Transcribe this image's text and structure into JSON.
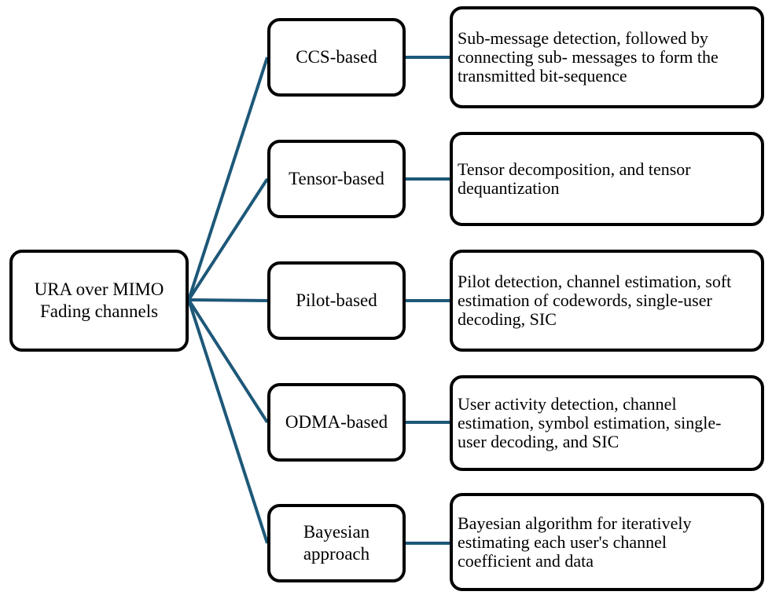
{
  "root": {
    "label": "URA over MIMO\nFading channels"
  },
  "branches": [
    {
      "method": "CCS-based",
      "description": "Sub-message detection, followed by\nconnecting sub- messages to form the\ntransmitted bit-sequence"
    },
    {
      "method": "Tensor-based",
      "description": "Tensor decomposition, and tensor\ndequantization"
    },
    {
      "method": "Pilot-based",
      "description": "Pilot detection, channel estimation, soft\nestimation of codewords, single-user\ndecoding, SIC"
    },
    {
      "method": "ODMA-based",
      "description": "User activity detection, channel\nestimation, symbol estimation, single-\nuser decoding, and SIC"
    },
    {
      "method": "Bayesian\napproach",
      "description": "Bayesian algorithm for iteratively\nestimating each user's channel\ncoefficient and data"
    }
  ],
  "colors": {
    "connector": "#1d5878",
    "border": "#000000"
  }
}
